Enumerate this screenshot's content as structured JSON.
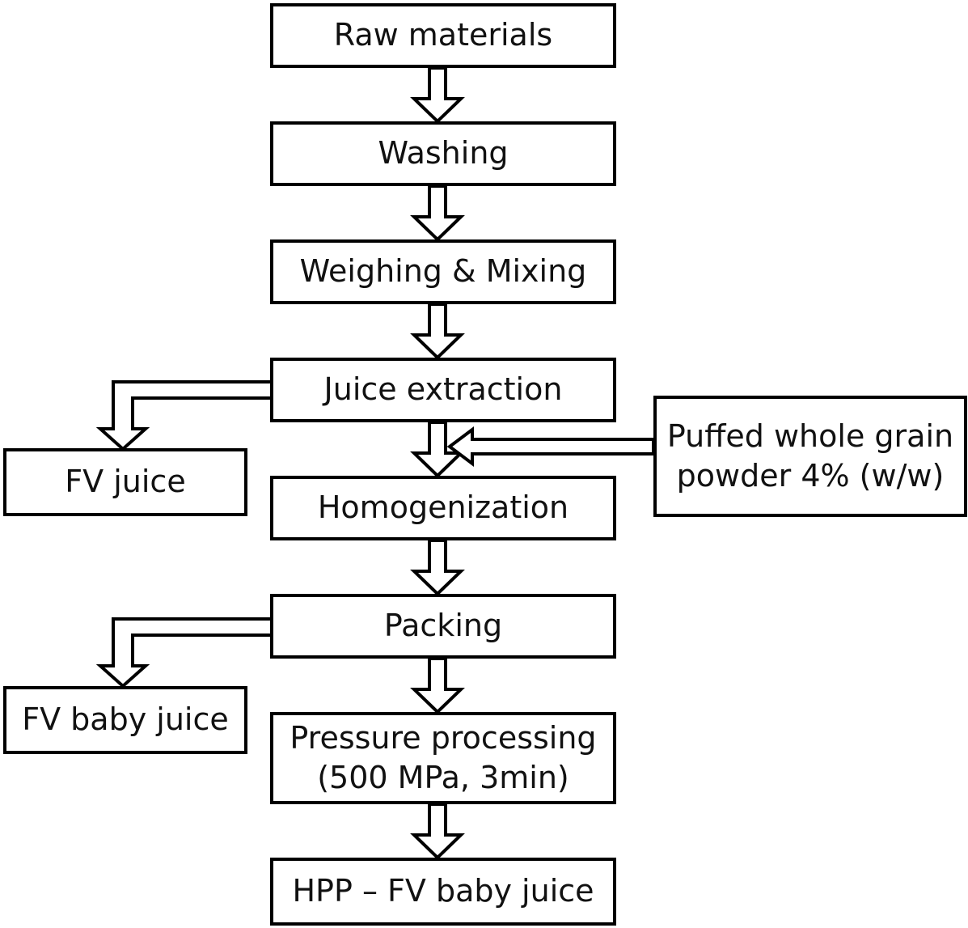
{
  "steps": {
    "raw_materials": "Raw materials",
    "washing": "Washing",
    "weighing_mixing": "Weighing & Mixing",
    "juice_extraction": "Juice extraction",
    "homogenization": "Homogenization",
    "packing": "Packing",
    "pressure_processing_line1": "Pressure processing",
    "pressure_processing_line2": "(500 MPa, 3min)",
    "hpp_fv_baby_juice": "HPP – FV baby juice"
  },
  "outputs": {
    "fv_juice": "FV juice",
    "fv_baby_juice": "FV baby juice"
  },
  "inputs": {
    "puffed_grain_line1": "Puffed whole grain",
    "puffed_grain_line2": "powder 4% (w/w)"
  }
}
